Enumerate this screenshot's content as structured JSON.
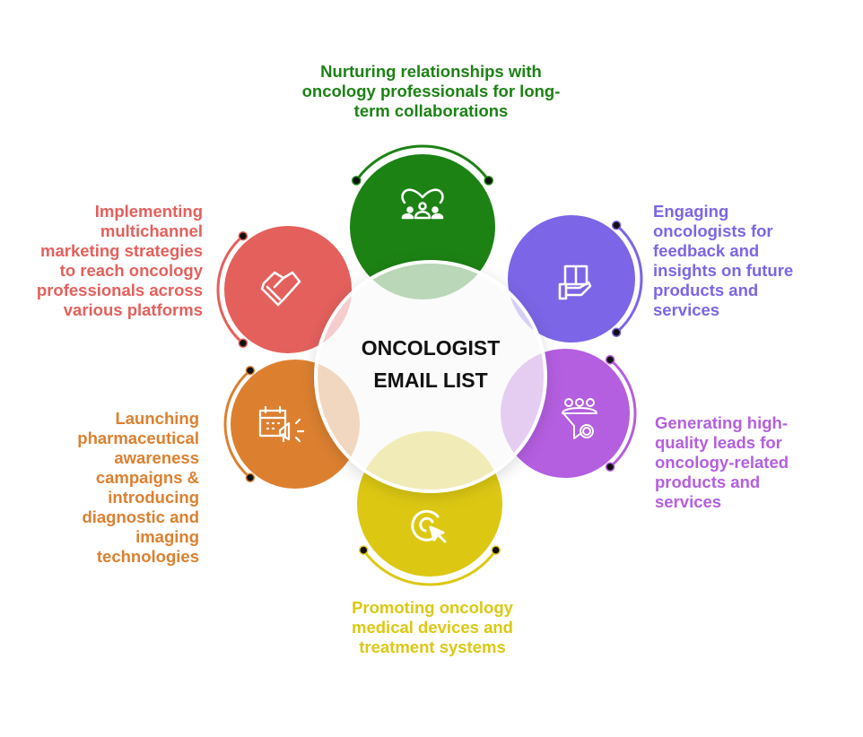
{
  "center": {
    "line1": "ONCOLOGIST",
    "line2": "EMAIL LIST"
  },
  "items": [
    {
      "key": "nurturing",
      "text": "Nurturing relationships with oncology professionals for long-term collaborations",
      "color": "#1c8214",
      "icon": "team-heart-icon"
    },
    {
      "key": "engaging",
      "text": "Engaging oncologists for feedback and insights on future products and services",
      "color": "#7c65e6",
      "icon": "hand-box-icon"
    },
    {
      "key": "generating",
      "text": "Generating high-quality leads for oncology-related products and services",
      "color": "#b45ee0",
      "icon": "lead-funnel-icon"
    },
    {
      "key": "promoting",
      "text": "Promoting oncology medical devices and treatment systems",
      "color": "#dcc813",
      "icon": "target-click-icon"
    },
    {
      "key": "launching",
      "text": "Launching pharmaceutical awareness campaigns & introducing diagnostic and imaging technologies",
      "color": "#dc8030",
      "icon": "calendar-megaphone-icon"
    },
    {
      "key": "implementing",
      "text": "Implementing multichannel marketing strategies to reach oncology professionals across various platforms",
      "color": "#e4605c",
      "icon": "handshake-icon"
    }
  ]
}
